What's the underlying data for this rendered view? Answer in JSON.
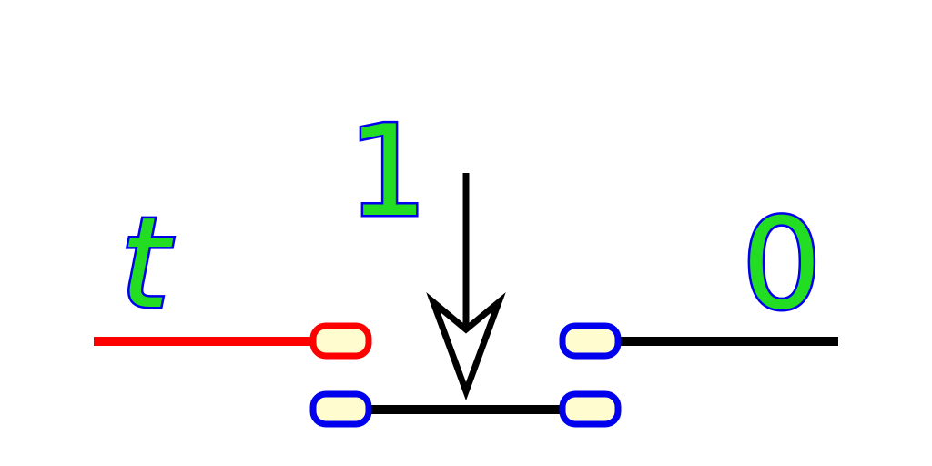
{
  "diagram": {
    "labels": {
      "input": "t",
      "control": "1",
      "output": "0"
    },
    "colors": {
      "input_wire": "#ff0000",
      "wire": "#000000",
      "pad_fill": "#fffdd0",
      "pad_input_stroke": "#ff0000",
      "pad_stroke": "#0000ee",
      "label_fill": "#22dd22",
      "label_stroke": "#0000ee"
    }
  }
}
